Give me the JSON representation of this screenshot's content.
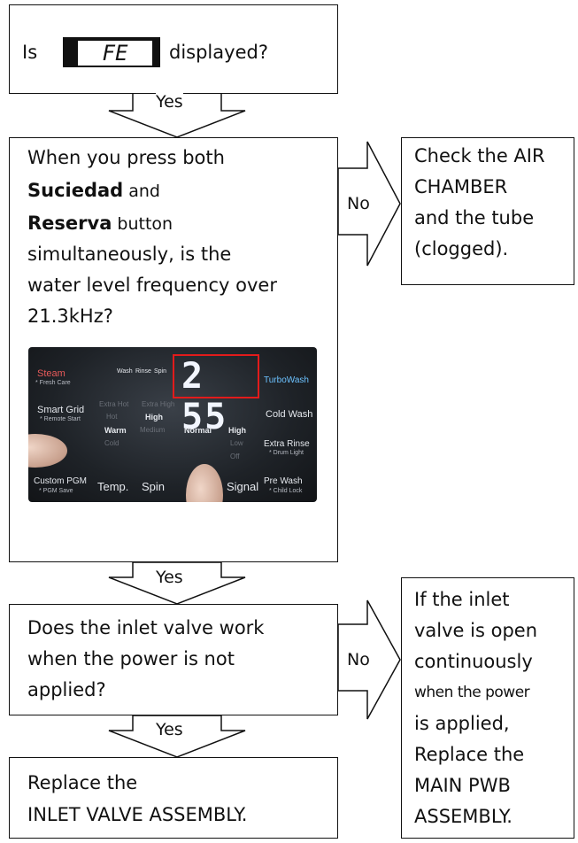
{
  "box1": {
    "prefix": "Is",
    "code": "FE",
    "suffix": "displayed?"
  },
  "arrows": {
    "yes": "Yes",
    "no": "No"
  },
  "box2": {
    "line1": "When you press both",
    "bold1": "Suciedad",
    "and": " and",
    "bold2": "Reserva",
    "button": " button",
    "line4": "simultaneously, is the",
    "line5": "water level frequency over",
    "line6": "21.3kHz?"
  },
  "panel": {
    "display": "2 55",
    "steam": "Steam",
    "fresh_care": "* Fresh Care",
    "smart_grid": "Smart Grid",
    "remote_start": "* Remote Start",
    "custom_pgm": "Custom PGM",
    "pgm_save": "* PGM Save",
    "temp": "Temp.",
    "spin": "Spin",
    "signal": "Signal",
    "turbo_wash": "TurboWash",
    "cold_wash": "Cold Wash",
    "extra_rinse": "Extra Rinse",
    "drum_light": "* Drum Light",
    "pre_wash": "Pre Wash",
    "child_lock": "* Child Lock",
    "wash": "Wash",
    "rinse": "Rinse",
    "spin_small": "Spin",
    "extra_hot": "Extra Hot",
    "extra_high": "Extra High",
    "hot": "Hot",
    "high": "High",
    "warm": "Warm",
    "medium": "Medium",
    "normal": "Normal",
    "high2": "High",
    "low": "Low",
    "cold": "Cold",
    "off": "Off"
  },
  "box3": {
    "line1": "Check the AIR",
    "line2": "CHAMBER",
    "line3": "and the tube",
    "line4": "(clogged)."
  },
  "box4": {
    "line1": "Does the inlet valve work",
    "line2": "when the power is not",
    "line3": "applied?"
  },
  "box5": {
    "line1": "If the inlet",
    "line2": "valve is open",
    "line3": "continuously",
    "line4": "when the power",
    "line5": "is applied,",
    "line6": "Replace the",
    "line7": "MAIN PWB",
    "line8": "ASSEMBLY."
  },
  "box6": {
    "line1": "Replace the",
    "line2": "INLET VALVE ASSEMBLY."
  },
  "colors": {
    "line": "#111111",
    "highlight": "#e21b1b",
    "panel": "#1e2227"
  }
}
